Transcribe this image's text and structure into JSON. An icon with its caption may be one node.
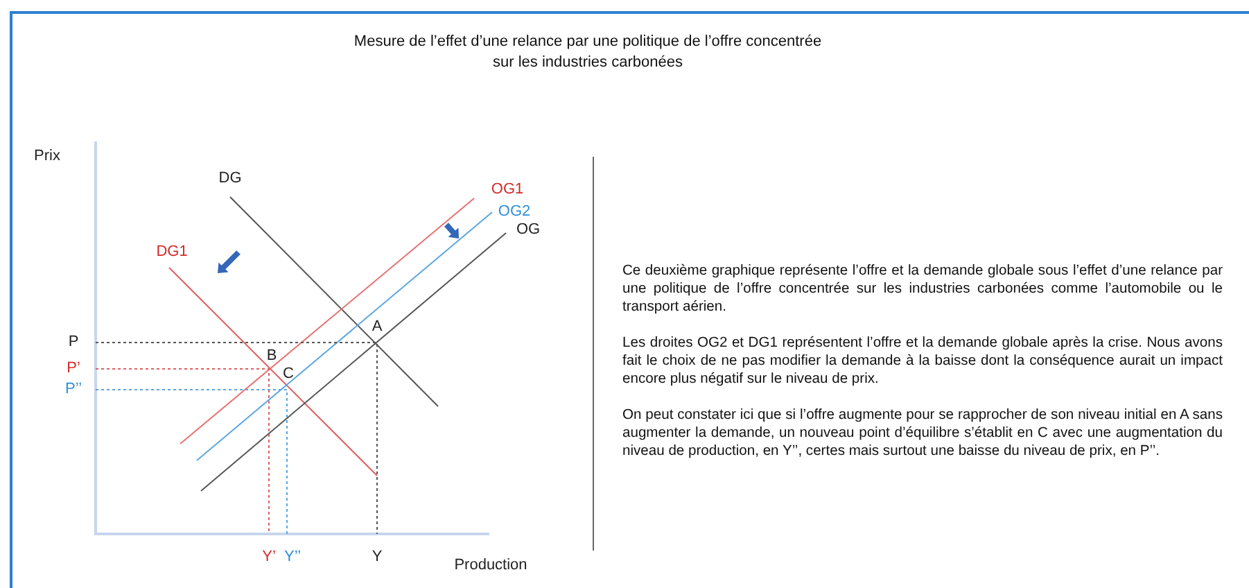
{
  "diagram": {
    "title": "Mesure de l’effet d’une relance par une politique de l’offre concentrée sur les industries carbonées",
    "labels": [
      "Prix",
      "DG",
      "OG1",
      "OG2",
      "OG",
      "DG1",
      "A",
      "P",
      "B",
      "P’",
      "C",
      "P’’",
      "Y’",
      "Y’’",
      "Y",
      "Production",
      "Ce deuxième graphique représente l’offre et la demande globale sous l’effet d’une relance par une politique de l’offre concentrée sur les industries carbonées comme l’automobile ou le transport aérien.",
      "Les droites OG2 et DG1 représentent l’offre et la demande globale après la crise. Nous avons fait le choix de ne pas modifier la demande à la baisse dont la conséquence aurait un impact encore plus négatif sur le niveau de prix.",
      "On peut constater ici que si l’offre augmente pour se rapprocher de son niveau initial en A sans augmenter la demande, un nouveau point d’équilibre s’établit en C avec une augmentation du niveau de production, en Y’’, certes mais surtout une baisse du niveau de prix, en P’’."
    ]
  }
}
